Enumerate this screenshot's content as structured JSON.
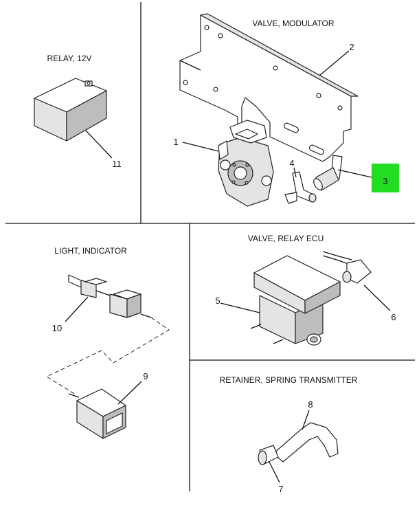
{
  "sections": {
    "relay_12v": {
      "title": "RELAY, 12V",
      "callouts": [
        "11"
      ]
    },
    "valve_modulator": {
      "title": "VALVE, MODULATOR",
      "callouts": [
        "1",
        "2",
        "3",
        "4"
      ]
    },
    "light_indicator": {
      "title": "LIGHT, INDICATOR",
      "callouts": [
        "10",
        "9"
      ]
    },
    "valve_relay_ecu": {
      "title": "VALVE, RELAY ECU",
      "callouts": [
        "5",
        "6"
      ]
    },
    "retainer_spring": {
      "title": "RETAINER, SPRING TRANSMITTER",
      "callouts": [
        "8",
        "7"
      ]
    }
  },
  "highlight": {
    "callout": "3",
    "color": "#22dd22"
  }
}
